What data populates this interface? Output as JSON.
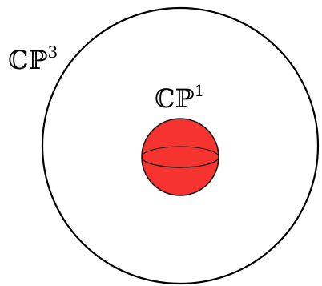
{
  "outer_space": {
    "base": "ℂℙ",
    "exponent": "3"
  },
  "inner_space": {
    "base": "ℂℙ",
    "exponent": "1"
  },
  "colors": {
    "background": "#ffffff",
    "outline": "#000000",
    "sphere_fill": "#f7332f",
    "sphere_stroke": "#1a1a1a"
  }
}
